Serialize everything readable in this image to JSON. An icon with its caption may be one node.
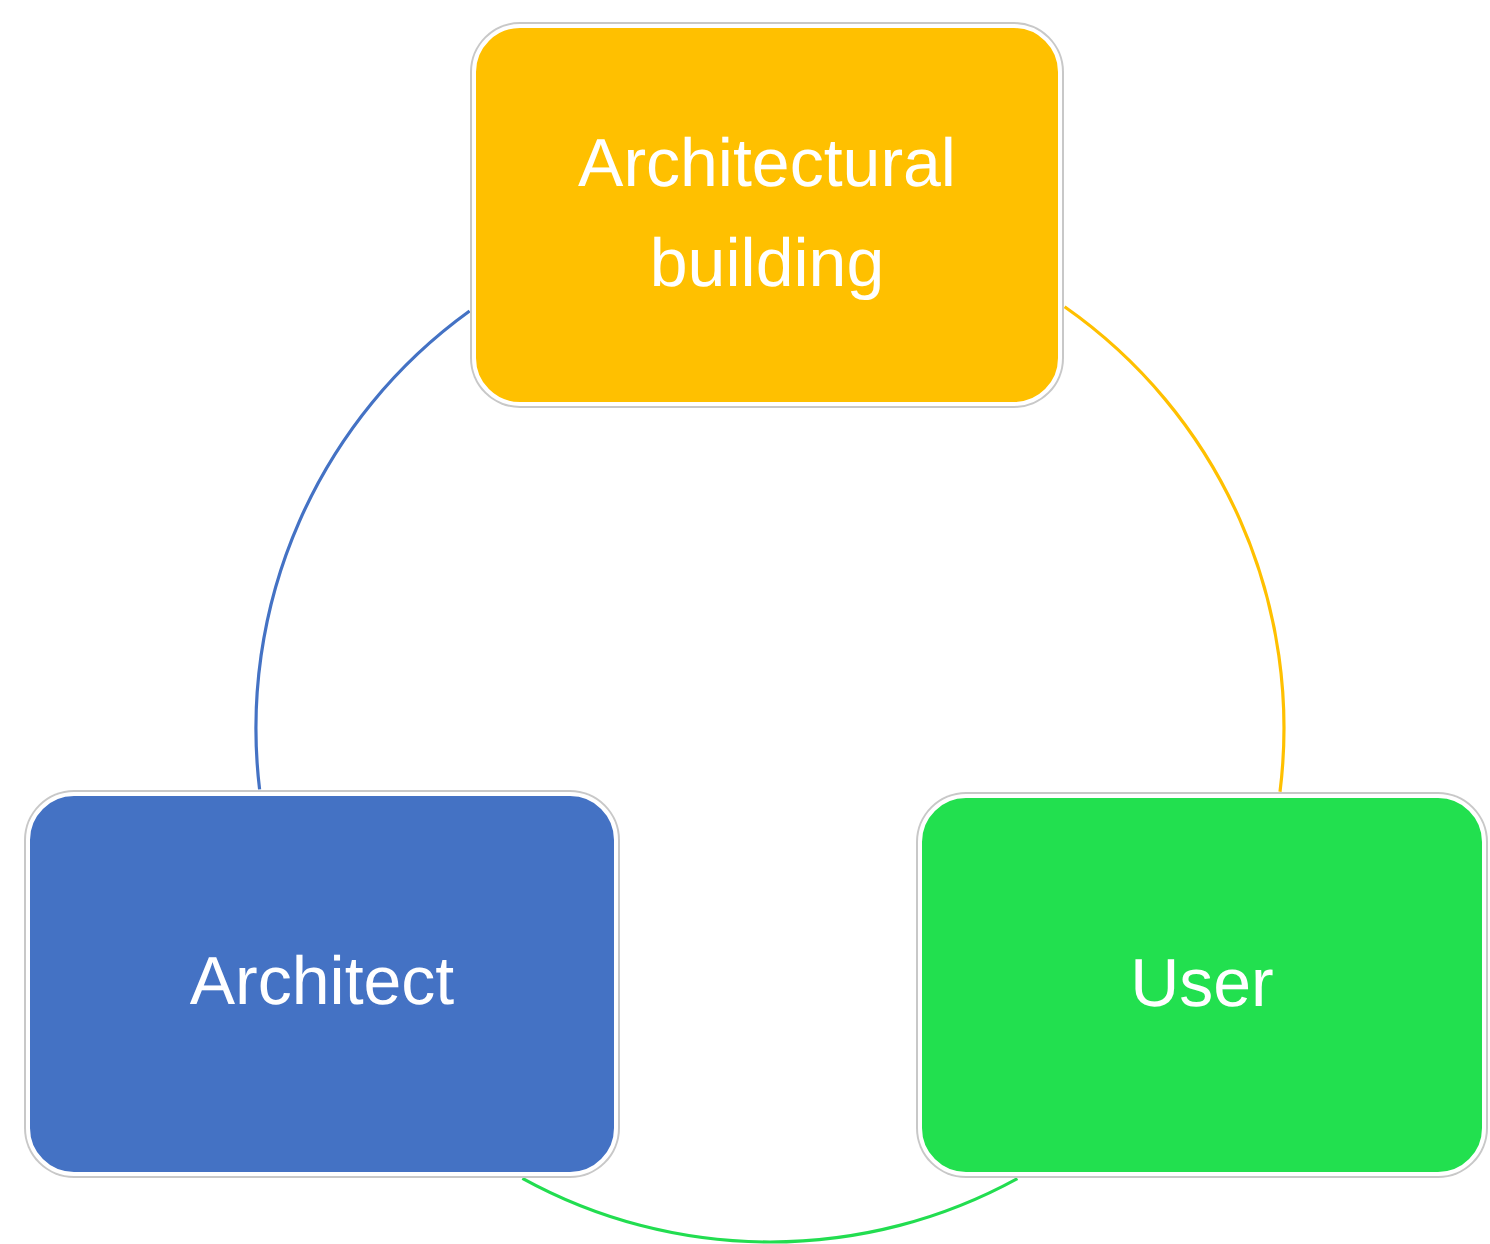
{
  "diagram": {
    "nodes": [
      {
        "text": [
          "Architectural building"
        ]
      },
      {
        "text": [
          "Architect"
        ]
      },
      {
        "text": [
          "User"
        ]
      }
    ],
    "edges": [
      {
        "from": 1,
        "to": 0,
        "arrow": "none",
        "color": "#4472c4"
      },
      {
        "from": 0,
        "to": 2,
        "arrow": "none",
        "color": "#ffc000"
      },
      {
        "from": 2,
        "to": 1,
        "arrow": "none",
        "color": "#22dd50"
      }
    ]
  }
}
